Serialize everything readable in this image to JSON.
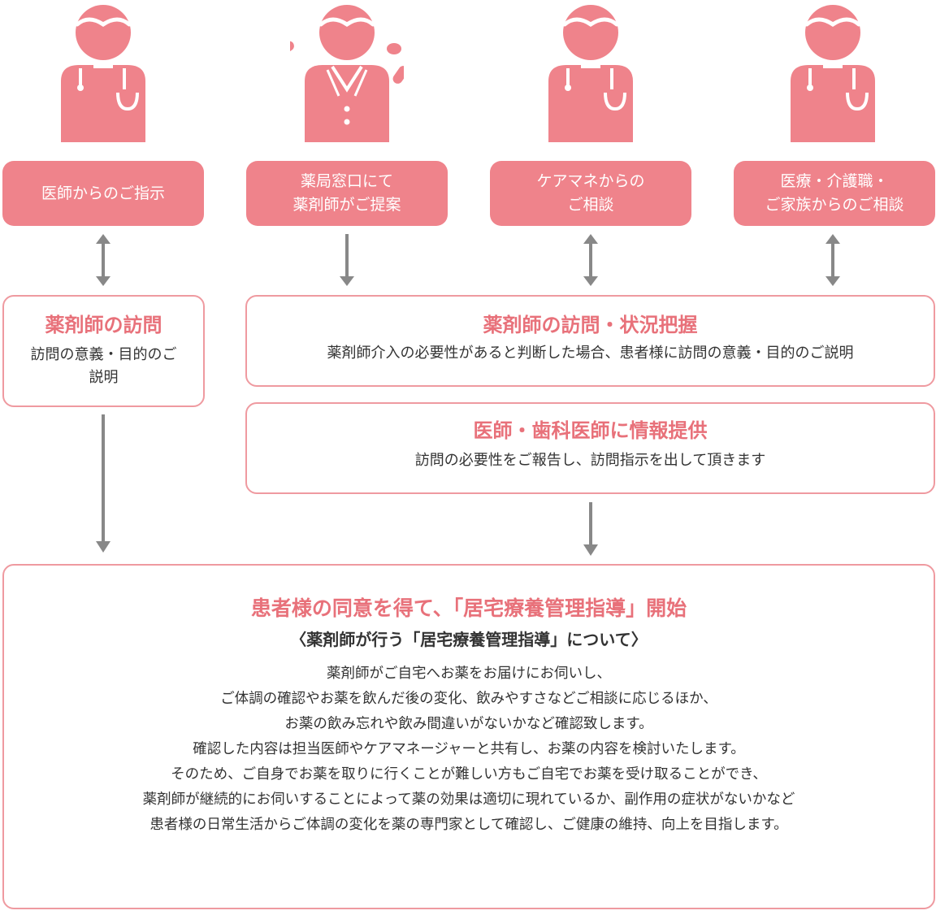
{
  "colors": {
    "accent": "#ef838b",
    "title_pink": "#e8717a",
    "border_pink": "#ef9aa0",
    "arrow_gray": "#888888",
    "text": "#333333"
  },
  "figures": [
    {
      "icon": "doctor-icon"
    },
    {
      "icon": "pharmacist-icon"
    },
    {
      "icon": "care-manager-icon"
    },
    {
      "icon": "medical-staff-icon"
    }
  ],
  "sources": [
    {
      "label": "医師からのご指示"
    },
    {
      "label": "薬局窓口にて\n薬剤師がご提案"
    },
    {
      "label": "ケアマネからの\nご相談"
    },
    {
      "label": "医療・介護職・\nご家族からのご相談"
    }
  ],
  "steps": {
    "visit_left": {
      "title": "薬剤師の訪問",
      "text": "訪問の意義・目的のご\n説明"
    },
    "visit_right": {
      "title": "薬剤師の訪問・状況把握",
      "text": "薬剤師介入の必要性があると判断した場合、患者様に訪問の意義・目的のご説明"
    },
    "report": {
      "title": "医師・歯科医師に情報提供",
      "text": "訪問の必要性をご報告し、訪問指示を出して頂きます"
    }
  },
  "main": {
    "title": "患者様の同意を得て、「居宅療養管理指導」開始",
    "subtitle": "〈薬剤師が行う「居宅療養管理指導」について〉",
    "lines": [
      "薬剤師がご自宅へお薬をお届けにお伺いし、",
      "ご体調の確認やお薬を飲んだ後の変化、飲みやすさなどご相談に応じるほか、",
      "お薬の飲み忘れや飲み間違いがないかなど確認致します。",
      "確認した内容は担当医師やケアマネージャーと共有し、お薬の内容を検討いたします。",
      "そのため、ご自身でお薬を取りに行くことが難しい方もご自宅でお薬を受け取ることができ、",
      "薬剤師が継続的にお伺いすることによって薬の効果は適切に現れているか、副作用の症状がないかなど",
      "患者様の日常生活からご体調の変化を薬の専門家として確認し、ご健康の維持、向上を目指します。"
    ]
  }
}
